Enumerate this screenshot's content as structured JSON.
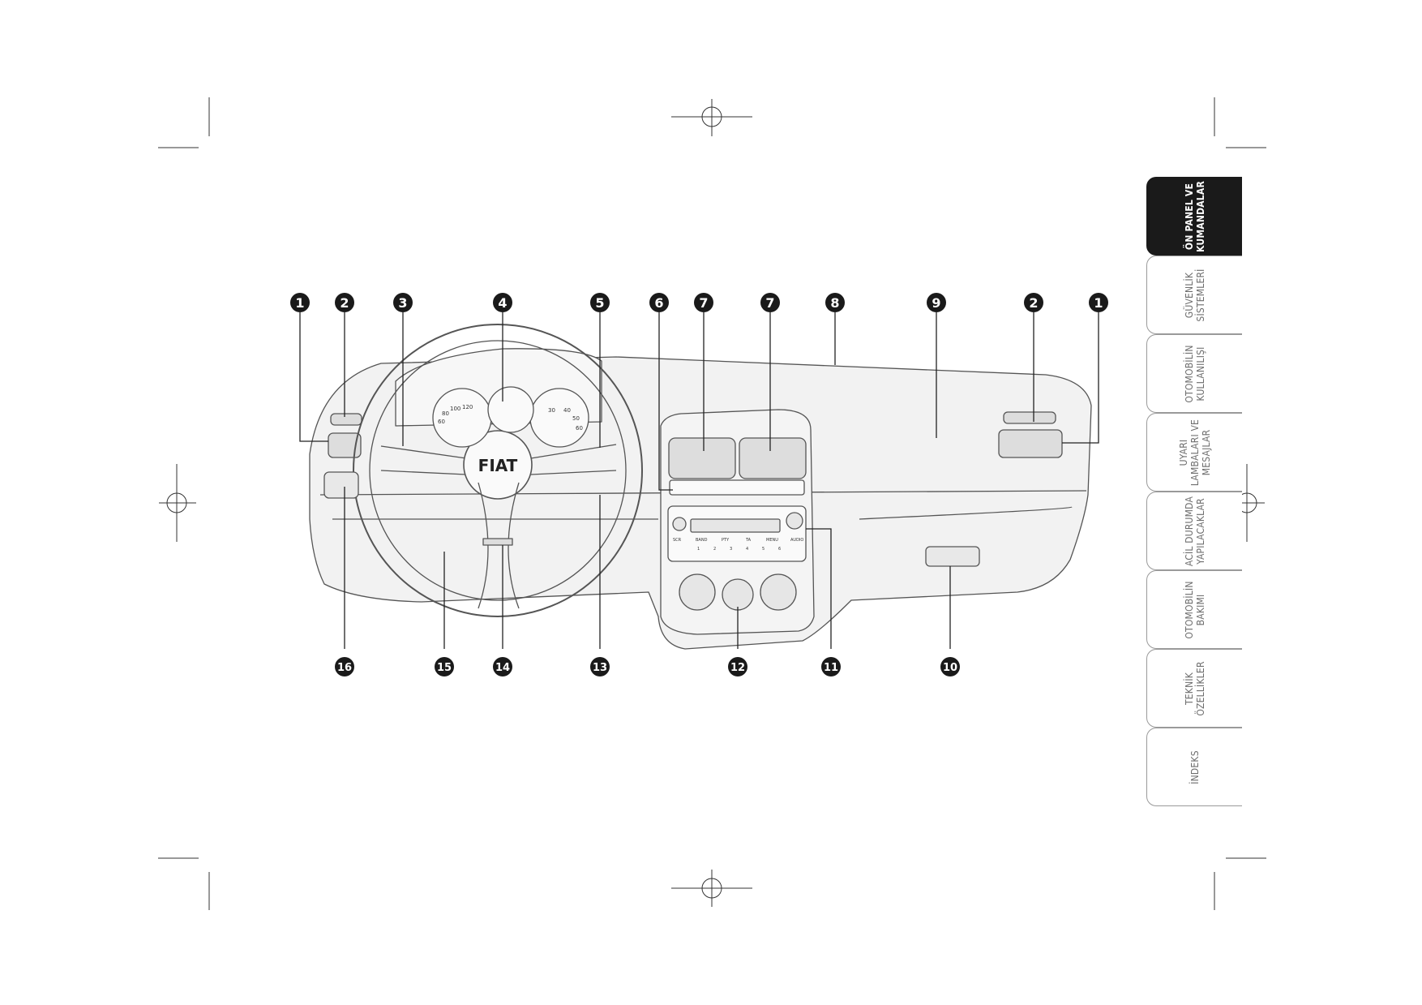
{
  "callouts": {
    "top": [
      "1",
      "2",
      "3",
      "4",
      "5",
      "6",
      "7",
      "7",
      "8",
      "9",
      "2",
      "1"
    ],
    "bottom": [
      "16",
      "15",
      "14",
      "13",
      "12",
      "11",
      "10"
    ]
  },
  "dashboard": {
    "steering_logo": "FIAT",
    "gauges": {
      "left_ticks": [
        "60",
        "80",
        "100",
        "120"
      ],
      "right_ticks": [
        "30",
        "40",
        "50",
        "60"
      ]
    },
    "radio_buttons": {
      "top_row": [
        "SCR",
        "BAND",
        "PTY",
        "TA",
        "MENU",
        "AUDIO"
      ],
      "bottom_row": [
        "1",
        "2",
        "3",
        "4",
        "5",
        "6"
      ]
    }
  },
  "tabs": [
    {
      "label": "ÖN PANEL VE\nKUMANDALAR",
      "active": true
    },
    {
      "label": "GÜVENLİK\nSİSTEMLERİ",
      "active": false
    },
    {
      "label": "OTOMOBİLİN\nKULLANILIŞI",
      "active": false
    },
    {
      "label": "UYARI\nLAMBALARI VE\nMESAJLAR",
      "active": false
    },
    {
      "label": "ACİL DURUMDA\nYAPILACAKLAR",
      "active": false
    },
    {
      "label": "OTOMOBİLİN\nBAKIMI",
      "active": false
    },
    {
      "label": "TEKNİK\nÖZELLİKLER",
      "active": false
    },
    {
      "label": "İNDEKS",
      "active": false
    }
  ],
  "colors": {
    "ink": "#1a1a1a",
    "panel": "#f2f2f2",
    "line": "#555555",
    "tab_border": "#9a9a9a"
  }
}
